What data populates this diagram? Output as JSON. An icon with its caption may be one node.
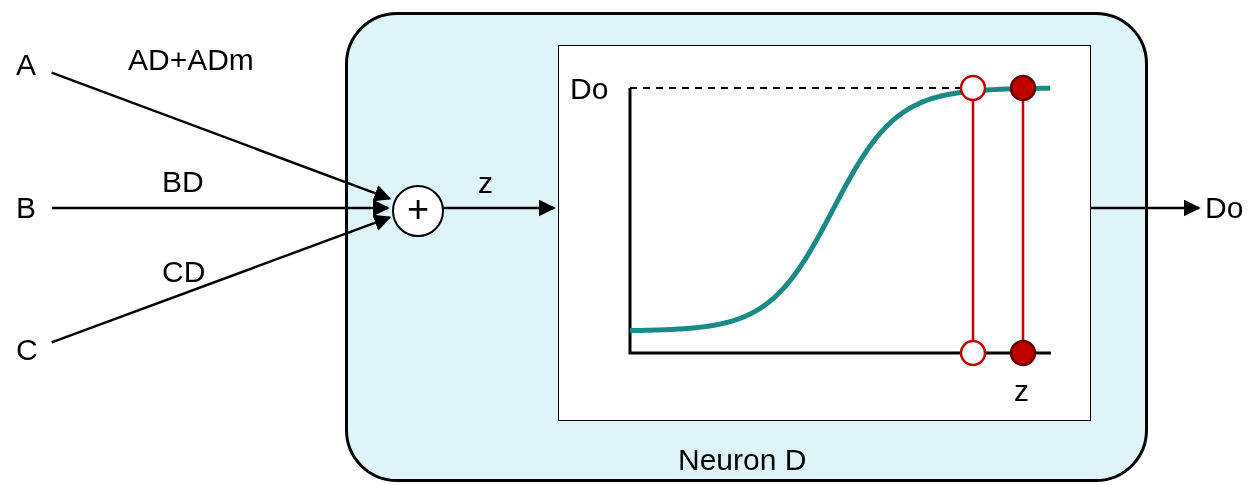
{
  "diagram": {
    "nodes": [
      {
        "text": [
          "Neuron D"
        ]
      },
      {
        "text": [
          "A"
        ]
      },
      {
        "text": [
          "B"
        ]
      },
      {
        "text": [
          "C"
        ]
      },
      {
        "text": [
          "+"
        ],
        "in": 0
      },
      {
        "text": [],
        "shape": "box",
        "in": 0
      },
      {
        "text": [
          "Do"
        ]
      }
    ],
    "edges": [
      {
        "from": 1,
        "to": 4,
        "arrow": "to",
        "label": "AD+ADm"
      },
      {
        "from": 2,
        "to": 4,
        "arrow": "to",
        "label": "BD"
      },
      {
        "from": 3,
        "to": 4,
        "arrow": "to",
        "label": "CD"
      },
      {
        "from": 4,
        "to": 5,
        "arrow": "to",
        "label": "z"
      },
      {
        "from": 5,
        "to": 6,
        "arrow": "to"
      }
    ],
    "labels": [
      "Do",
      "z"
    ]
  }
}
